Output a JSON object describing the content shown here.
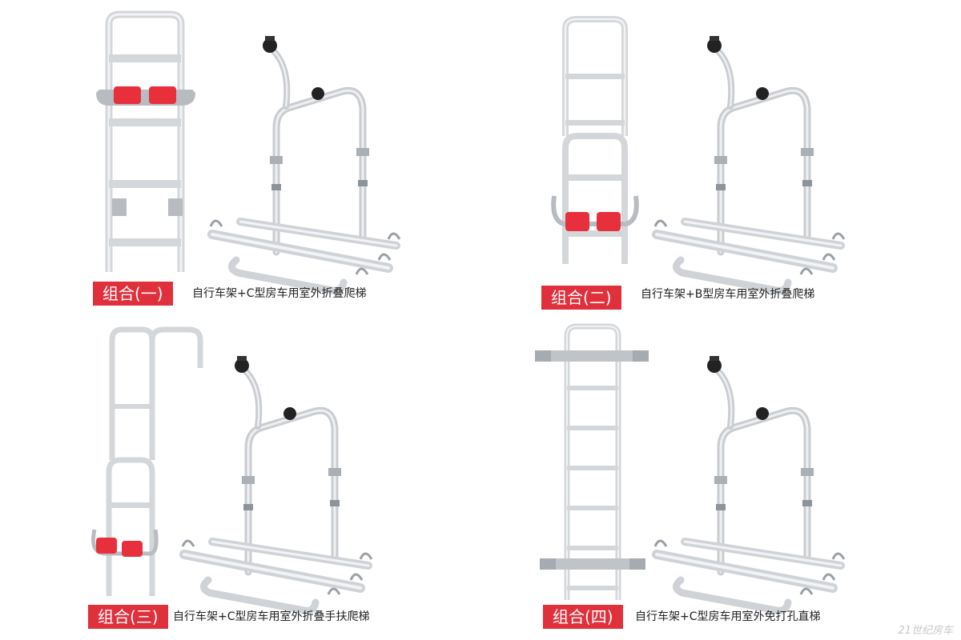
{
  "combos": [
    {
      "badge": "组合(一)",
      "caption": "自行车架+C型房车用室外折叠爬梯"
    },
    {
      "badge": "组合(二)",
      "caption": "自行车架+B型房车用室外折叠爬梯"
    },
    {
      "badge": "组合(三)",
      "caption": "自行车架+C型房车用室外折叠手扶爬梯"
    },
    {
      "badge": "组合(四)",
      "caption": "自行车架+C型房车用室外免打孔直梯"
    }
  ],
  "watermark": "21世纪房车",
  "colors": {
    "badge": "#e0303b",
    "pad": "#e8303c",
    "aluminum": "#d4d7da",
    "outline": "#9ea3a8"
  }
}
